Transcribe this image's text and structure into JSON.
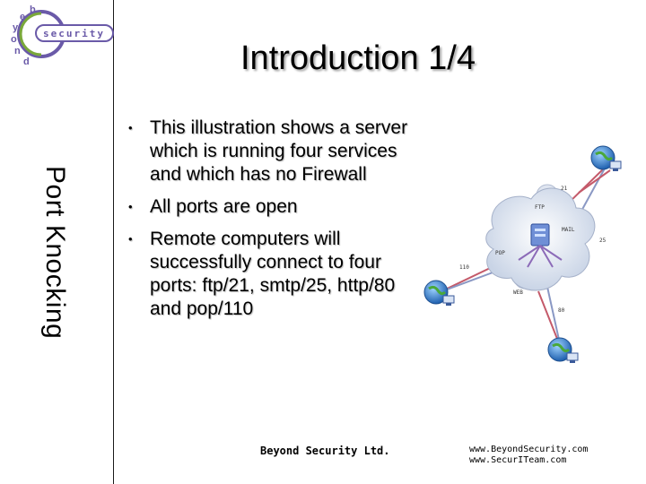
{
  "logo": {
    "letters": [
      "b",
      "e",
      "y",
      "o",
      "n",
      "d"
    ],
    "word": "security"
  },
  "sidebar": {
    "vertical_title": "Port Knocking"
  },
  "slide": {
    "title": "Introduction 1/4",
    "bullets": [
      "This illustration shows a server which is running four services and which has no Firewall",
      "All ports are open",
      "Remote computers will successfully connect to four ports: ftp/21, smtp/25, http/80 and pop/110"
    ],
    "bullet_marker": "•"
  },
  "diagram": {
    "services": [
      "FTP",
      "MAIL",
      "POP",
      "WEB"
    ],
    "ports": [
      "21",
      "25",
      "110",
      "80"
    ],
    "icons": [
      "globe-computer-icon",
      "server-icon"
    ]
  },
  "footer": {
    "company": "Beyond Security Ltd.",
    "website_1": "www.BeyondSecurity.com",
    "website_2": "www.SecurITeam.com"
  },
  "colors": {
    "accent_purple": "#6a5aa8",
    "logo_green": "#7aa83a",
    "line_red": "#c45a6a"
  }
}
